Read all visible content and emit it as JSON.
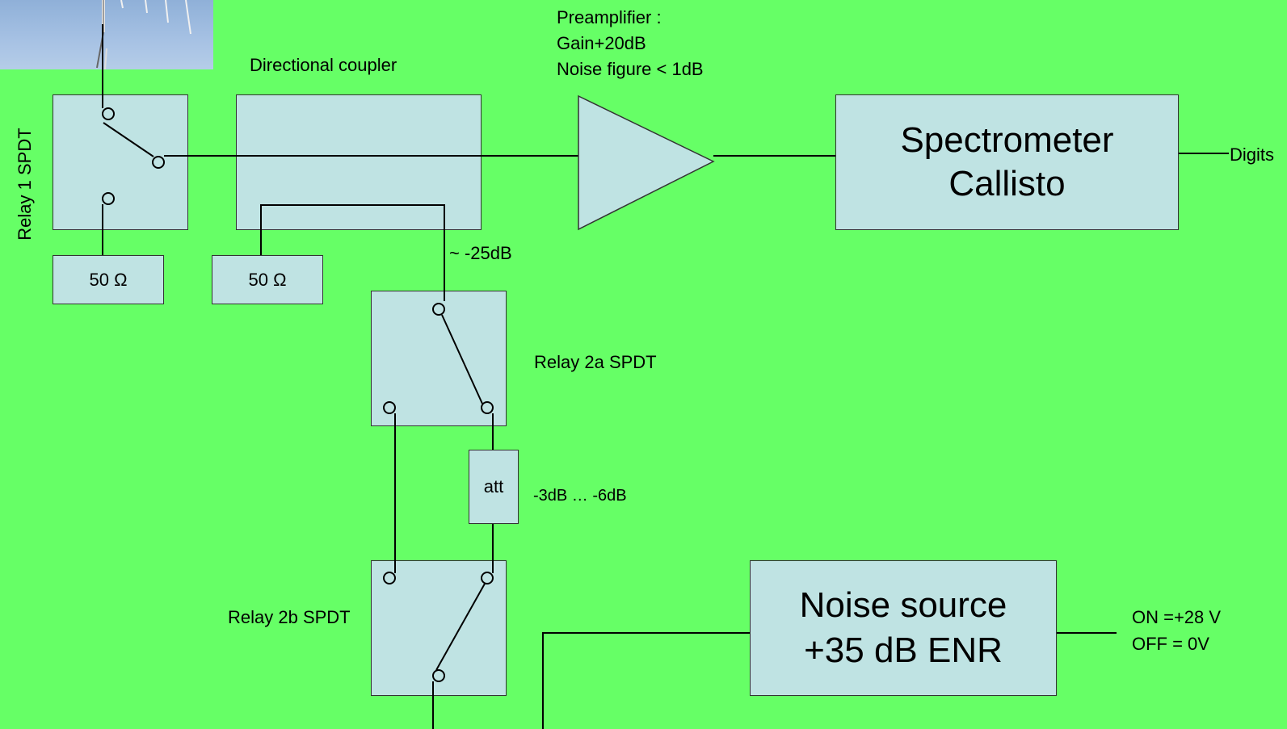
{
  "colors": {
    "background": "#66ff66",
    "block_fill": "#bfe3e3",
    "stroke": "#000000"
  },
  "antenna_photo": {
    "icon": "antenna-photo-icon"
  },
  "relay1": {
    "label": "Relay 1 SPDT"
  },
  "load1": {
    "label": "50 Ω"
  },
  "coupler": {
    "label": "Directional coupler",
    "coupling_label": "~ -25dB"
  },
  "load2": {
    "label": "50 Ω"
  },
  "preamp": {
    "line1": "Preamplifier :",
    "line2": "Gain+20dB",
    "line3": "Noise figure < 1dB"
  },
  "spectrometer": {
    "line1": "Spectrometer",
    "line2": "Callisto"
  },
  "output": {
    "label": "Digits"
  },
  "relay2a": {
    "label": "Relay 2a SPDT"
  },
  "attenuator": {
    "label": "att",
    "range": "-3dB … -6dB"
  },
  "relay2b": {
    "label": "Relay 2b SPDT"
  },
  "noise_source": {
    "line1": "Noise source",
    "line2": "+35 dB ENR"
  },
  "control": {
    "on": "ON =+28 V",
    "off": "OFF = 0V"
  }
}
